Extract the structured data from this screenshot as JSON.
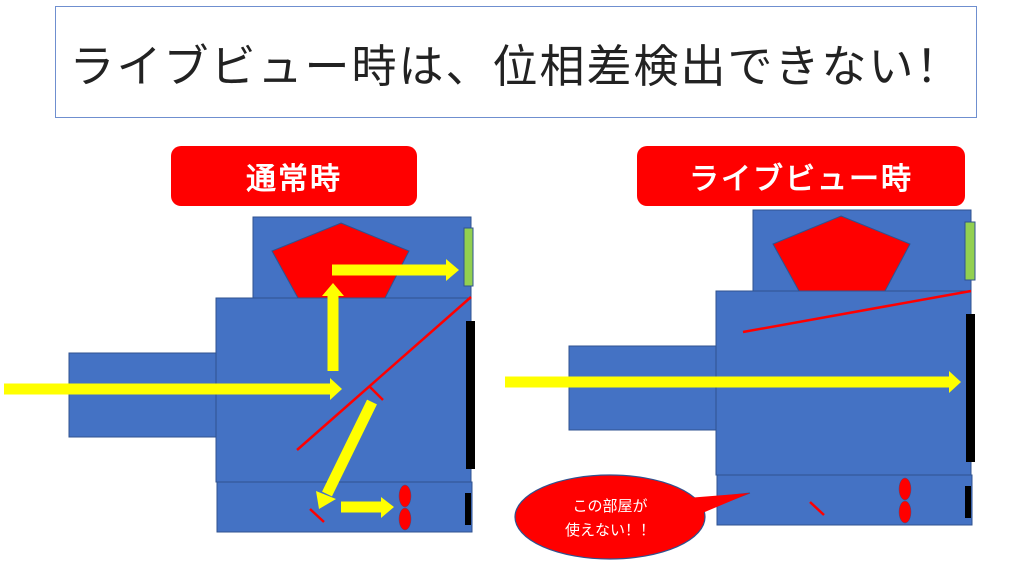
{
  "title": "ライブビュー時は、位相差検出できない！",
  "panels": {
    "normal": {
      "label": "通常時"
    },
    "liveview": {
      "label": "ライブビュー時"
    }
  },
  "callout": {
    "line1": "この部屋が",
    "line2": "使えない！！"
  },
  "colors": {
    "body_blue": "#4472c4",
    "body_border": "#2f528f",
    "prism_red": "#ff0000",
    "light_yellow": "#ffff00",
    "viewfinder_green": "#92d050",
    "sensor_black": "#000000",
    "label_red": "#ff0000"
  }
}
